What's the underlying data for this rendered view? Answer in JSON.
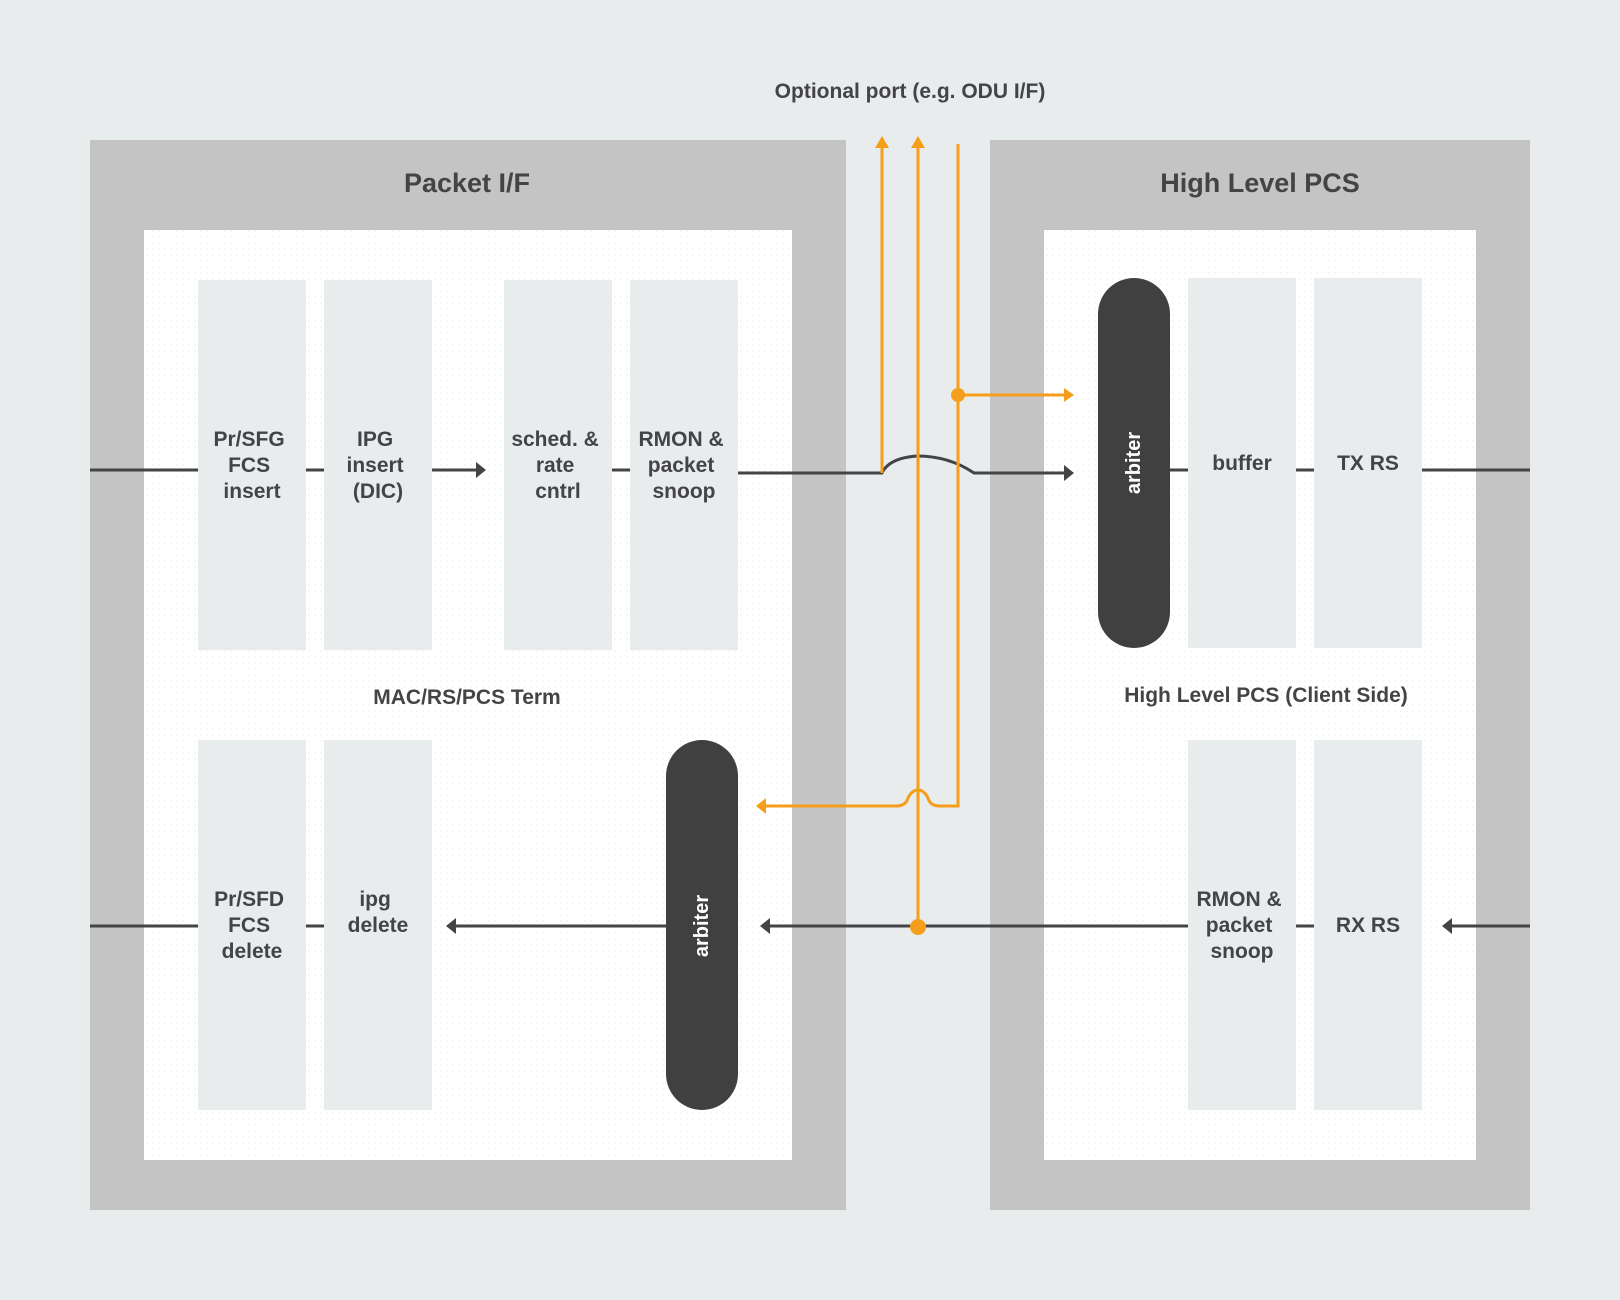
{
  "optional_port_label": "Optional port (e.g. ODU I/F)",
  "packet_if": {
    "title": "Packet I/F",
    "inner_label": "MAC/RS/PCS Term",
    "tx_blocks": [
      [
        "Pr/SFG",
        "FCS",
        "insert"
      ],
      [
        "IPG",
        "insert",
        "(DIC)"
      ],
      [
        "sched. &",
        "rate",
        "cntrl"
      ],
      [
        "RMON &",
        "packet",
        "snoop"
      ]
    ],
    "rx_blocks": [
      [
        "Pr/SFD",
        "FCS",
        "delete"
      ],
      [
        "ipg",
        "delete"
      ]
    ],
    "arbiter_label": "arbiter"
  },
  "high_level_pcs": {
    "title": "High Level PCS",
    "inner_label": "High Level PCS (Client Side)",
    "tx_blocks": [
      [
        "buffer"
      ],
      [
        "TX RS"
      ]
    ],
    "rx_blocks": [
      [
        "RMON &",
        "packet",
        "snoop"
      ],
      [
        "RX RS"
      ]
    ],
    "arbiter_label": "arbiter"
  },
  "colors": {
    "background": "#e9eced",
    "outer_panel": "#c4c4c4",
    "inner_panel": "#ffffff",
    "block": "#e9eced",
    "arbiter": "#404040",
    "line": "#444446",
    "optional_path": "#f59e1b"
  }
}
